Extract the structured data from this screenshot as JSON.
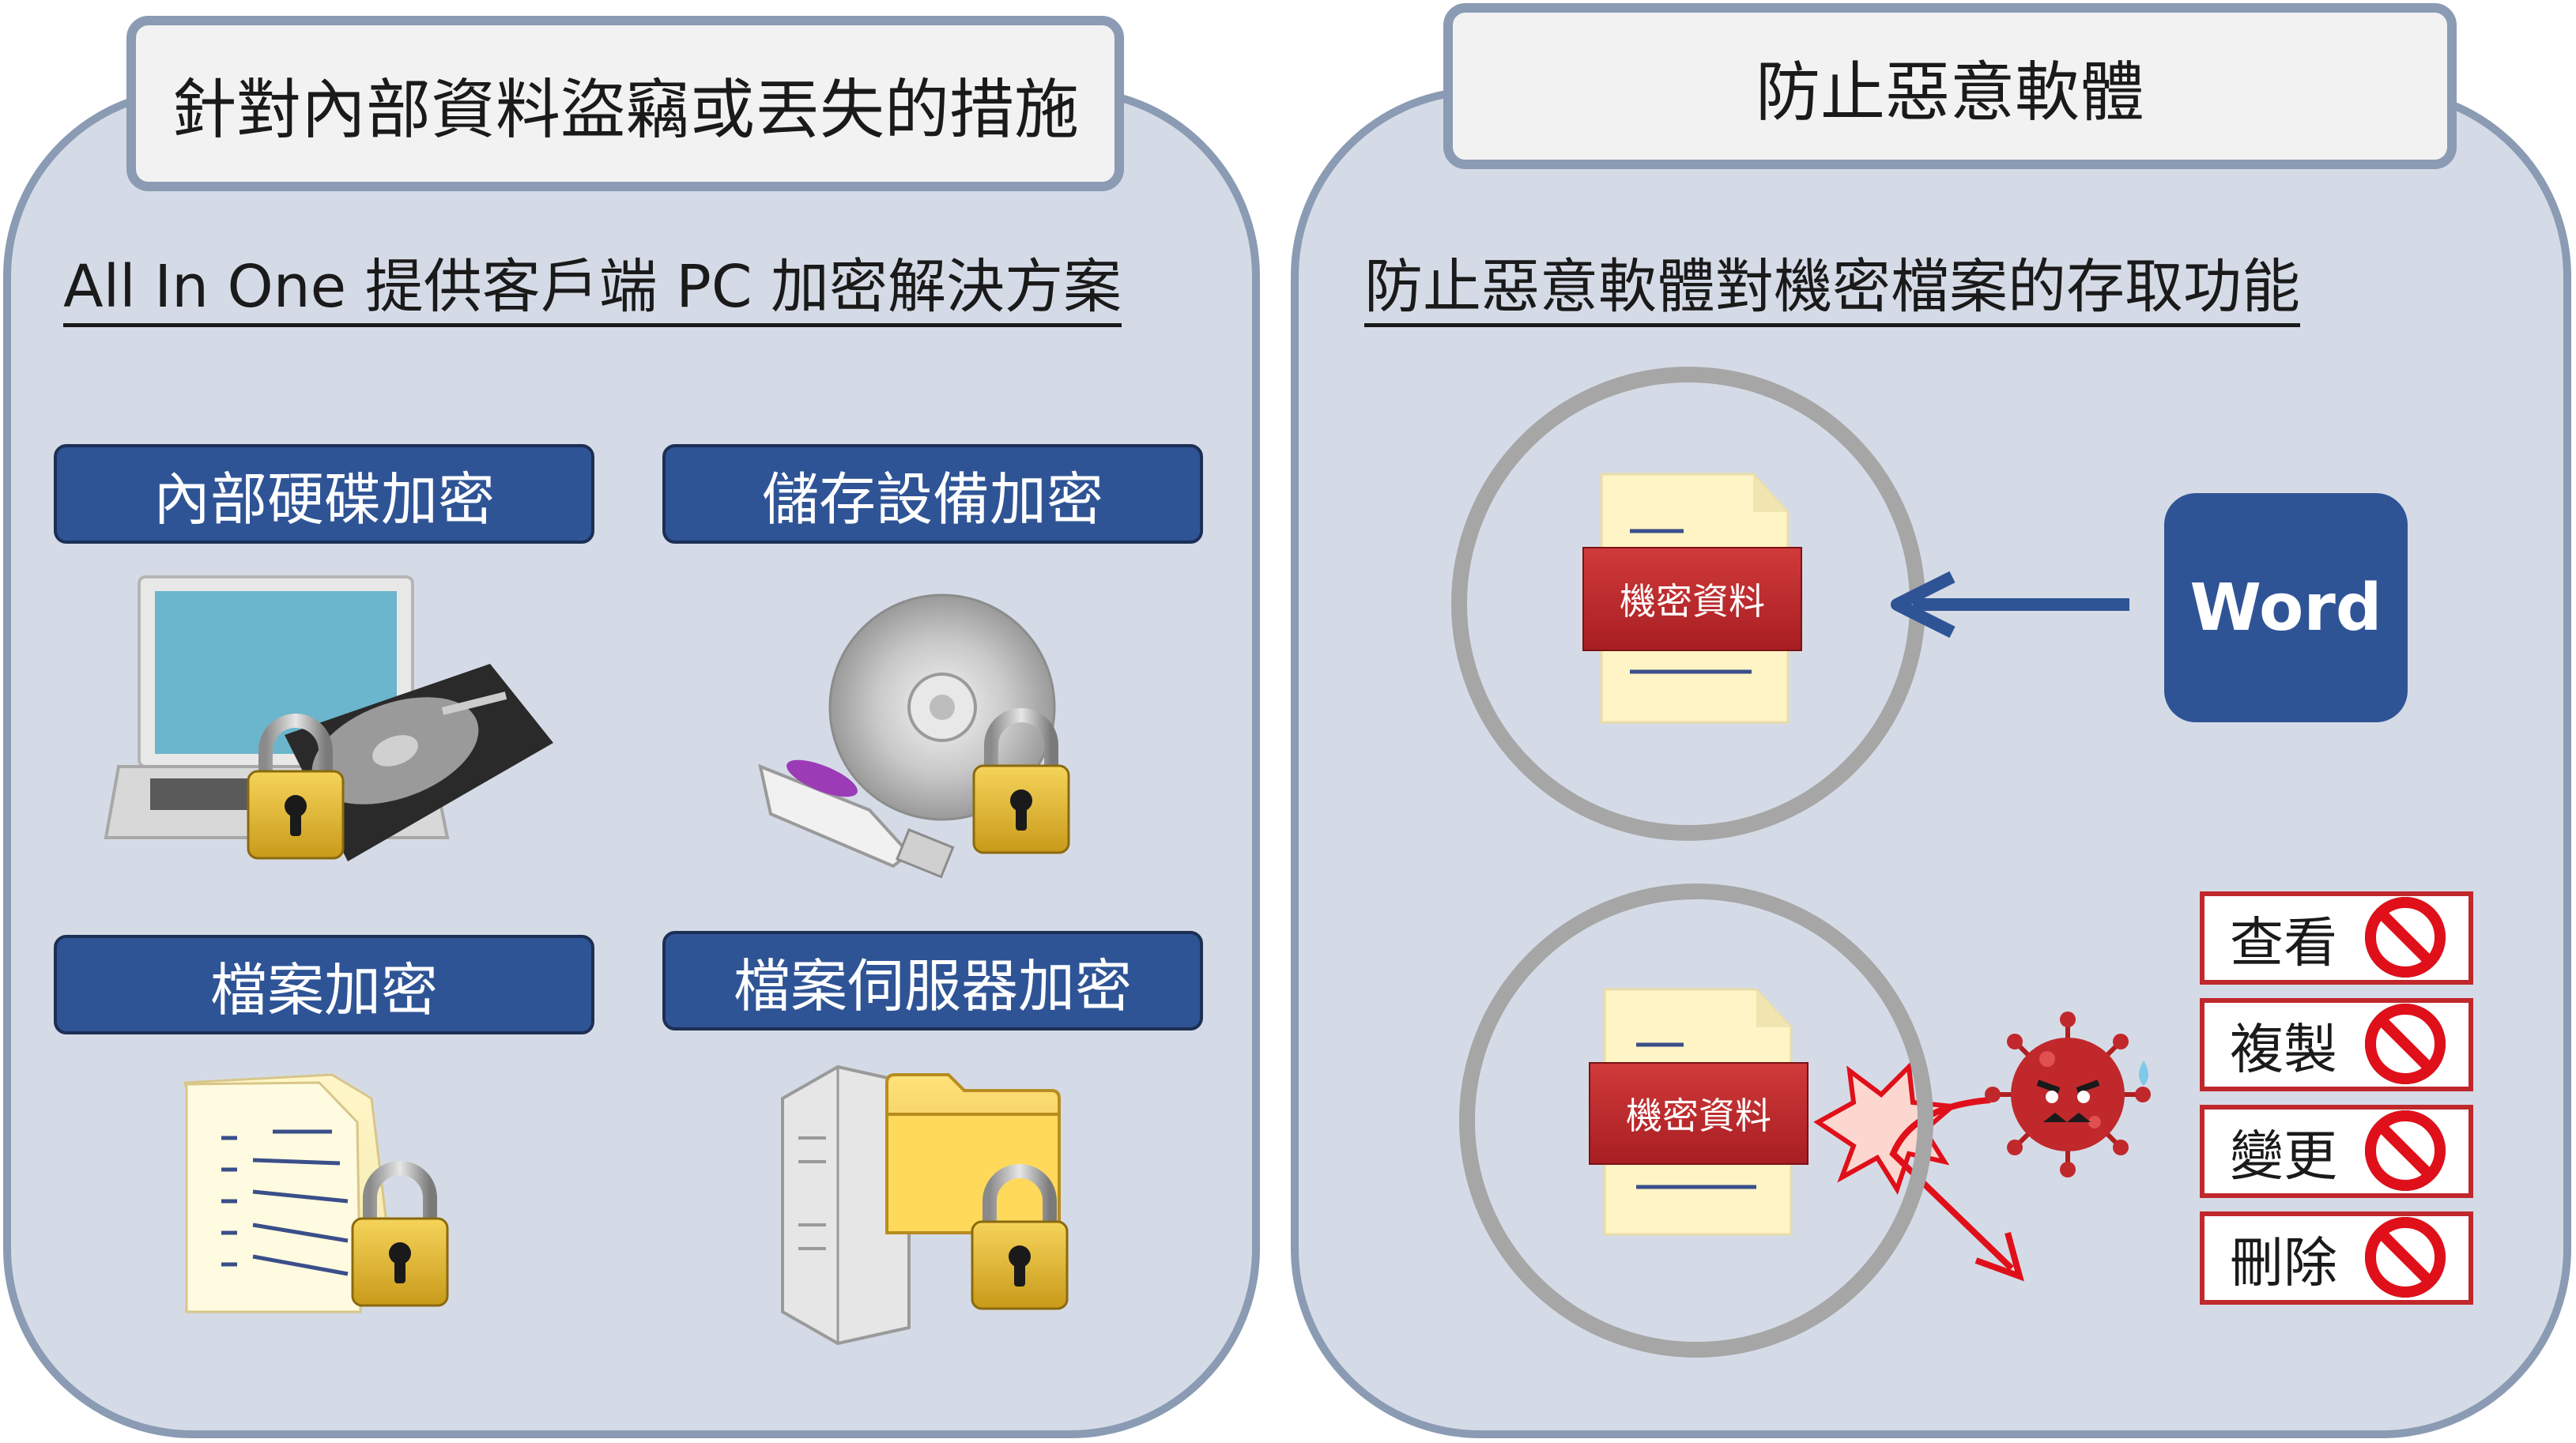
{
  "left": {
    "tab_title": "針對內部資料盜竊或丟失的措施",
    "subheading": "All In One 提供客戶端 PC 加密解決方案",
    "buttons": [
      "內部硬碟加密",
      "儲存設備加密",
      "檔案加密",
      "檔案伺服器加密"
    ]
  },
  "right": {
    "tab_title": "防止惡意軟體",
    "subheading": "防止惡意軟體對機密檔案的存取功能",
    "doc_label": "機密資料",
    "word_label": "Word",
    "permissions": [
      "查看",
      "複製",
      "變更",
      "刪除"
    ]
  },
  "icons": [
    "laptop-icon",
    "hard-drive-icon",
    "padlock-icon",
    "cd-disc-icon",
    "usb-drive-icon",
    "documents-icon",
    "server-tower-icon",
    "folder-icon",
    "virus-icon",
    "prohibited-icon"
  ],
  "colors": {
    "panel_bg": "#d5dbe6",
    "panel_border": "#8a9bb3",
    "button_blue": "#2f5496",
    "doc_red": "#c0282c",
    "prohibit_red": "#e0101a"
  }
}
